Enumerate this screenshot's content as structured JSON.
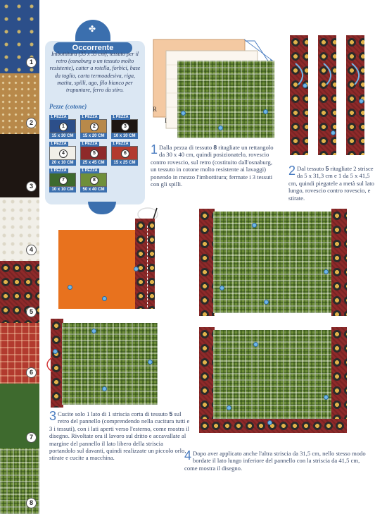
{
  "occorrente": {
    "title": "Occorrente",
    "text": "Imbottitura (35 x 55 cm), tessuto per il retro (osnaburg o un tessuto molto resistente), cutter a rotella, forbici, base da taglio, carta termoadesiva, riga, matita, spilli, ago, filo bianco per trapuntare, ferro da stiro.",
    "pezze_title": "Pezze (cotone)",
    "pieces": [
      {
        "label": "1 PEZZA",
        "num": "1",
        "size": "15 x 30 CM",
        "color": "#2c4f8a"
      },
      {
        "label": "1 PEZZA",
        "num": "2",
        "size": "15 x 20 CM",
        "color": "#b8894a"
      },
      {
        "label": "1 PEZZA",
        "num": "3",
        "size": "10 x 10 CM",
        "color": "#1e1612"
      },
      {
        "label": "1 PEZZA",
        "num": "4",
        "size": "20 x 10 CM",
        "color": "#f1efe8"
      },
      {
        "label": "1 PEZZA",
        "num": "5",
        "size": "25 x 45 CM",
        "color": "#8e2a2a"
      },
      {
        "label": "1 PEZZA",
        "num": "6",
        "size": "15 x 25 CM",
        "color": "#b23a2e"
      },
      {
        "label": "1 PEZZA",
        "num": "7",
        "size": "10 x 10 CM",
        "color": "#3e6a2e"
      },
      {
        "label": "1 PEZZA",
        "num": "8",
        "size": "50 x 40 CM",
        "color": "#6f8f3a"
      }
    ]
  },
  "swatches": [
    {
      "num": "1",
      "color": "#2c4f8a"
    },
    {
      "num": "2",
      "color": "#b8894a"
    },
    {
      "num": "3",
      "color": "#1e1612"
    },
    {
      "num": "4",
      "color": "#f1efe8"
    },
    {
      "num": "5",
      "color": "#8e2a2a"
    },
    {
      "num": "6",
      "color": "#b23a2e"
    },
    {
      "num": "7",
      "color": "#3e6a2e"
    },
    {
      "num": "8",
      "color": "#6f8f3a"
    }
  ],
  "labels": {
    "r": "R",
    "i": "I"
  },
  "steps": [
    {
      "num": "1",
      "pre": "Dalla pezza di tessuto ",
      "bold": "8",
      "post": " ritagliate un rettangolo da 30 x 40 cm, quindi posizionatelo, rovescio contro rovescio, sul retro (costituito dall'osnaburg, un tessuto in cotone molto resistente ai lavaggi) ponendo in mezzo l'imbottitura; fermate i 3 tessuti con gli spilli."
    },
    {
      "num": "2",
      "pre": "Dal tessuto ",
      "bold": "5",
      "post": " ritagliate 2 strisce da 5 x 31,3 cm e 1 da 5 x 41,5 cm, quindi piegatele a metà sul lato lungo, rovescio contro rovescio, e stirate."
    },
    {
      "num": "3",
      "pre": "Cucite solo 1 lato di 1 striscia corta di tessuto ",
      "bold": "5",
      "post": " sul retro del pannello (comprendendo nella cucitura tutti e 3 i tessuti), con i lati aperti verso l'esterno, come mostra il disegno. Rivoltate ora il lavoro sul dritto e accavallate al margine del pannello il lato libero della striscia portandolo sul davanti, quindi realizzate un piccolo orlo, stirate e cucite a macchina."
    },
    {
      "num": "4",
      "pre": "",
      "bold": "",
      "post": "Dopo aver applicato anche l'altra striscia da 31,5 cm, nello stesso modo bordate il lato lungo inferiore del pannello con la striscia da 41,5 cm, come mostra il disegno."
    }
  ]
}
